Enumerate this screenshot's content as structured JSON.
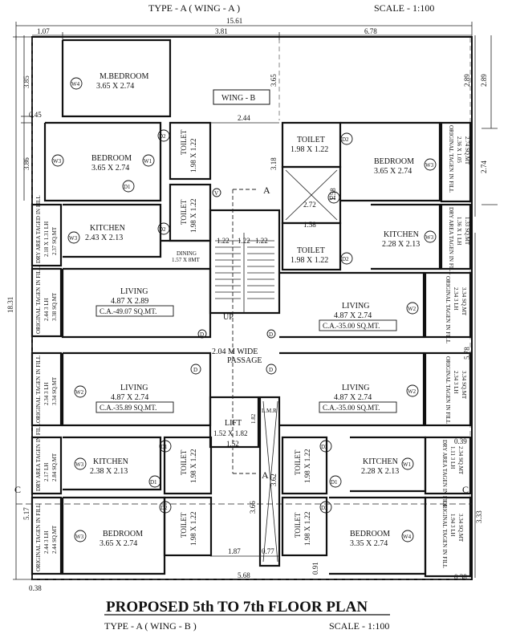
{
  "header": {
    "type": "TYPE - A ( WING - A )",
    "scale": "SCALE - 1:100"
  },
  "footer": {
    "title": "PROPOSED 5th TO 7th FLOOR PLAN",
    "type": "TYPE - A ( WING - B )",
    "scale": "SCALE - 1:100"
  },
  "wing_label": "WING - B",
  "section_marks": {
    "a": "A",
    "c": "C"
  },
  "corridor": {
    "up": "UP",
    "passage_line1": "2.04 M WIDE",
    "passage_line2": "PASSAGE",
    "lmr": "L.M.R"
  },
  "rooms": {
    "mbedroom": {
      "name": "M.BEDROOM",
      "size": "3.65 X 2.74"
    },
    "bedroom_tl": {
      "name": "BEDROOM",
      "size": "3.65 X 2.74"
    },
    "kitchen_tl": {
      "name": "KITCHEN",
      "size": "2.43 X 2.13"
    },
    "dining": {
      "name": "DINING",
      "size": "1.57 X 8MT"
    },
    "living_tl": {
      "name": "LIVING",
      "size": "4.87 X 2.89",
      "area": "C.A.-49.07 SQ.MT."
    },
    "toilet_tl1": {
      "name": "TOILET",
      "size": "1.98 X 1.22"
    },
    "toilet_tl2": {
      "name": "TOILET",
      "size": "1.98 X 1.22"
    },
    "toilet_tr1": {
      "name": "TOILET",
      "size": "1.98 X 1.22"
    },
    "toilet_tr2": {
      "name": "TOILET",
      "size": "1.98 X 1.22"
    },
    "bedroom_tr": {
      "name": "BEDROOM",
      "size": "3.65 X 2.74"
    },
    "kitchen_tr": {
      "name": "KITCHEN",
      "size": "2.28 X 2.13"
    },
    "living_tr": {
      "name": "LIVING",
      "size": "4.87 X 2.74",
      "area": "C.A.-35.00 SQ.MT."
    },
    "living_bl": {
      "name": "LIVING",
      "size": "4.87 X 2.74",
      "area": "C.A.-35.89 SQ.MT."
    },
    "living_br": {
      "name": "LIVING",
      "size": "4.87 X 2.74",
      "area": "C.A.-35.00 SQ.MT."
    },
    "lift": {
      "name": "LIFT",
      "size": "1.52 X 1.82"
    },
    "kitchen_bl": {
      "name": "KITCHEN",
      "size": "2.38 X 2.13"
    },
    "kitchen_br": {
      "name": "KITCHEN",
      "size": "2.28 X 2.13"
    },
    "toilet_bl1": {
      "name": "TOILET",
      "size": "1.98 X 1.22"
    },
    "toilet_bl2": {
      "name": "TOILET",
      "size": "1.98 X 1.22"
    },
    "toilet_br1": {
      "name": "TOILET",
      "size": "1.98 X 1.22"
    },
    "toilet_br2": {
      "name": "TOILET",
      "size": "1.98 X 1.22"
    },
    "bedroom_bl": {
      "name": "BEDROOM",
      "size": "3.65 X 2.74"
    },
    "bedroom_br": {
      "name": "BEDROOM",
      "size": "3.35 X 2.74"
    }
  },
  "side_panels": {
    "dry_tl": [
      "DRY AREA TAGED IN FILL",
      "2.18 X 1.31 LH",
      "2.37 SQ.MT"
    ],
    "orig_tl": [
      "ORIGINAL TAGEN IN FILL",
      "2.44 3 LH",
      "3.38 SQ.MT"
    ],
    "orig_ml": [
      "ORIGINAL TAGEN IN FILL",
      "2.34 3 LH",
      "3.34 SQ.MT"
    ],
    "dry_bl": [
      "DRY AREA TAGEN IN FILL",
      "2.17 LH",
      "2.84 SQ.MT"
    ],
    "orig_bl": [
      "ORIGINAL TAGEN IN FILL",
      "2.44 3 LH",
      "2.44 SQ.MT"
    ],
    "orig_tr": [
      "ORIGINAL TAGEN IN FILL",
      "2.36 X 1.05",
      "2.74 SQ.MT"
    ],
    "dry_tr": [
      "DRY AREA TAGEN IN FILL",
      "1.36 X 1 LH",
      "1.33 SQ.MT"
    ],
    "orig_mr": [
      "ORIGINAL TAGEN IN FILL",
      "2.34 3 LH",
      "3.34 SQ.MT"
    ],
    "orig_mr2": [
      "ORIGINAL TAGEN IN FILL",
      "2.34 3 LH",
      "3.34 SQ.MT"
    ],
    "dry_br": [
      "DRY AREA TAGEN IN FILL",
      "1.11 3 LH",
      "2.34 SQ.MT"
    ],
    "orig_br": [
      "ORIGINAL TAGEN IN FILL",
      "1.94 3 LH",
      "3.34 SQ.MT"
    ]
  },
  "tags": {
    "d1": "D1",
    "d2": "D2",
    "w1": "W1",
    "w2": "W2",
    "w3": "W3",
    "w4": "W4",
    "v": "V",
    "d": "D"
  },
  "dimensions": {
    "top_total": "15.61",
    "top_a": "1.07",
    "top_b": "3.81",
    "top_c": "6.78",
    "left_total": "18.31",
    "left_a": "3.85",
    "left_b": "0.45",
    "left_c": "3.86",
    "mid_365": "3.65",
    "mid_244": "2.44",
    "mid_318": "3.18",
    "mid_158": "1.58",
    "mid_272": "2.72",
    "mid_158b": "1.58",
    "mid_122": "1.22",
    "mid_122b": "1.22",
    "mid_122c": "1.22",
    "right_289": "2.89",
    "right_289b": "2.89",
    "right_274": "2.74",
    "right_578": "5.78",
    "right_039": "0.39",
    "right_333": "3.33",
    "right_038": "0.38",
    "lift_182": "1.82",
    "lift_152": "1.52",
    "mid_362": "3.62",
    "mid_366": "3.66",
    "bot_187": "1.87",
    "bot_077": "0.77",
    "bot_091": "0.91",
    "bot_568": "5.68",
    "bot_038": "0.38",
    "left_517": "5.17"
  }
}
